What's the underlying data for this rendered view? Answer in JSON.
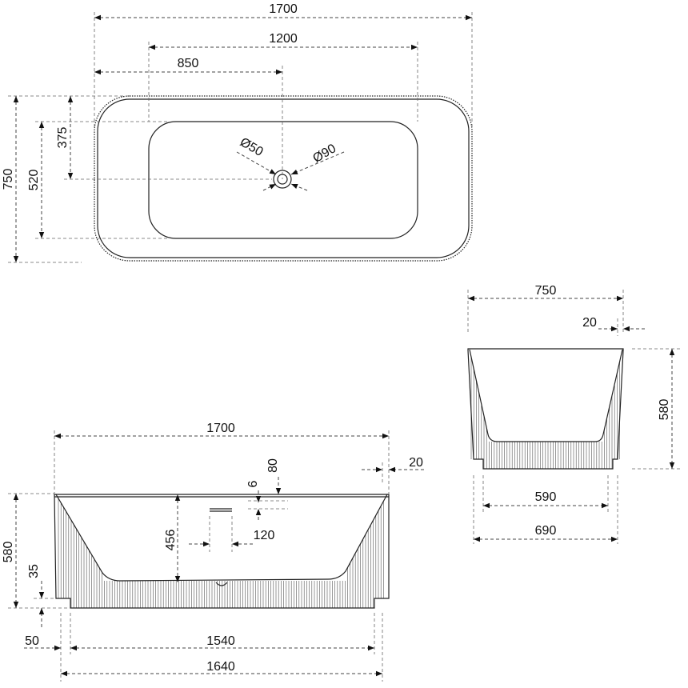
{
  "top_view": {
    "overall_length": "1700",
    "inner_length": "1200",
    "drain_offset": "850",
    "overall_width": "750",
    "inner_width": "520",
    "drain_width_offset": "375",
    "drain_small_diameter": "Ø50",
    "drain_large_diameter": "Ø90"
  },
  "side_view": {
    "overall_length": "1700",
    "lip_thickness": "20",
    "drain_depth": "80",
    "drain_gap": "6",
    "drain_length": "120",
    "inner_depth": "456",
    "overall_height": "580",
    "plinth_height": "35",
    "plinth_inset": "50",
    "base_length": "1540",
    "foot_length": "1640"
  },
  "end_view": {
    "overall_width": "750",
    "lip_thickness": "20",
    "overall_height": "580",
    "base_width": "590",
    "foot_width": "690"
  }
}
